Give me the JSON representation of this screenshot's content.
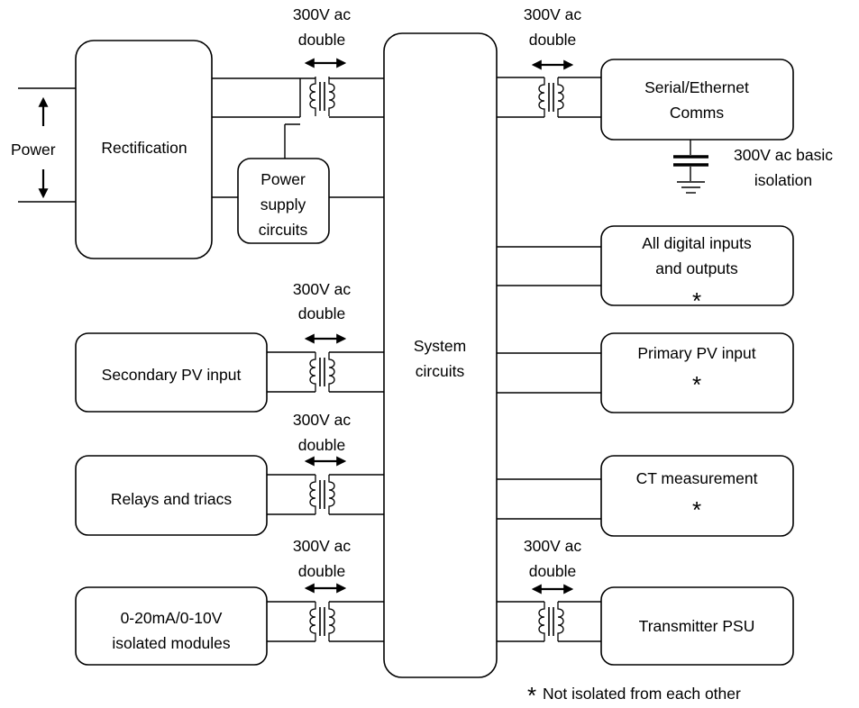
{
  "power_input": {
    "label": "Power"
  },
  "blocks": {
    "rectification": "Rectification",
    "power_supply": [
      "Power",
      "supply",
      "circuits"
    ],
    "system": [
      "System",
      "circuits"
    ],
    "comms": [
      "Serial/Ethernet",
      "Comms"
    ],
    "digital_io": [
      "All digital inputs",
      "and outputs"
    ],
    "primary_pv": "Primary PV input",
    "ct": "CT measurement",
    "psu": "Transmitter PSU",
    "secondary_pv": "Secondary PV input",
    "relays": "Relays and triacs",
    "analog": [
      "0-20mA/0-10V",
      "isolated modules"
    ]
  },
  "isolation": {
    "double": [
      "300V ac",
      "double"
    ],
    "basic": [
      "300V ac basic",
      "isolation"
    ]
  },
  "note": {
    "star": "*",
    "text": "Not isolated from each other"
  }
}
